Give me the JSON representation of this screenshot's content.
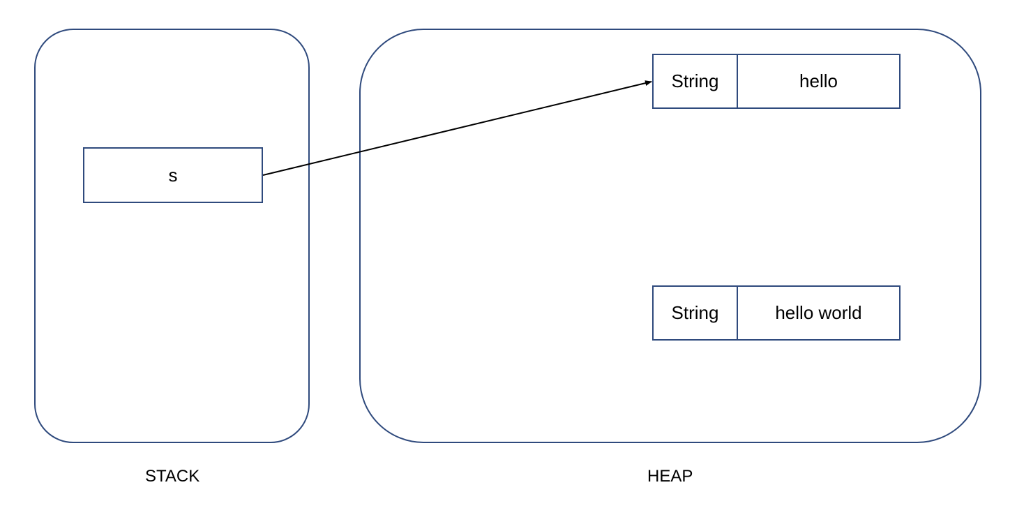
{
  "stack": {
    "label": "STACK",
    "variables": [
      {
        "name": "s"
      }
    ]
  },
  "heap": {
    "label": "HEAP",
    "objects": [
      {
        "type": "String",
        "value": "hello"
      },
      {
        "type": "String",
        "value": "hello world"
      }
    ]
  },
  "references": [
    {
      "from": "s",
      "to": "hello"
    }
  ],
  "colors": {
    "border": "#2f4a7d",
    "arrow": "#000000"
  }
}
